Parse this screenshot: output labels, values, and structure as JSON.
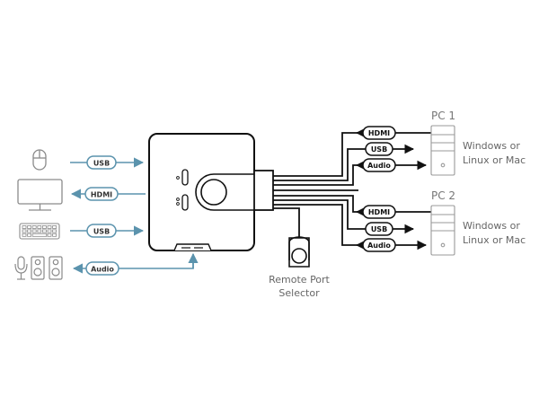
{
  "colors": {
    "console_line": "#5b93ad",
    "computer_line": "#111111",
    "device_outline": "#8a8a8a",
    "label_text": "#666666"
  },
  "console_side": {
    "devices": [
      {
        "name": "mouse",
        "icon": "mouse-icon",
        "cable": "USB",
        "direction": "to-switch"
      },
      {
        "name": "monitor",
        "icon": "monitor-icon",
        "cable": "HDMI",
        "direction": "from-switch"
      },
      {
        "name": "keyboard",
        "icon": "keyboard-icon",
        "cable": "USB",
        "direction": "to-switch"
      },
      {
        "name": "microphone-speakers",
        "icon": "mic-speakers-icon",
        "cable": "Audio",
        "direction": "from-switch"
      }
    ]
  },
  "switch": {
    "name": "KVM switch",
    "port_selector_label": "Remote Port Selector"
  },
  "computers": [
    {
      "title": "PC 1",
      "os_line1": "Windows or",
      "os_line2": "Linux or Mac",
      "cables": [
        {
          "label": "HDMI"
        },
        {
          "label": "USB"
        },
        {
          "label": "Audio"
        }
      ]
    },
    {
      "title": "PC 2",
      "os_line1": "Windows or",
      "os_line2": "Linux or Mac",
      "cables": [
        {
          "label": "HDMI"
        },
        {
          "label": "USB"
        },
        {
          "label": "Audio"
        }
      ]
    }
  ]
}
